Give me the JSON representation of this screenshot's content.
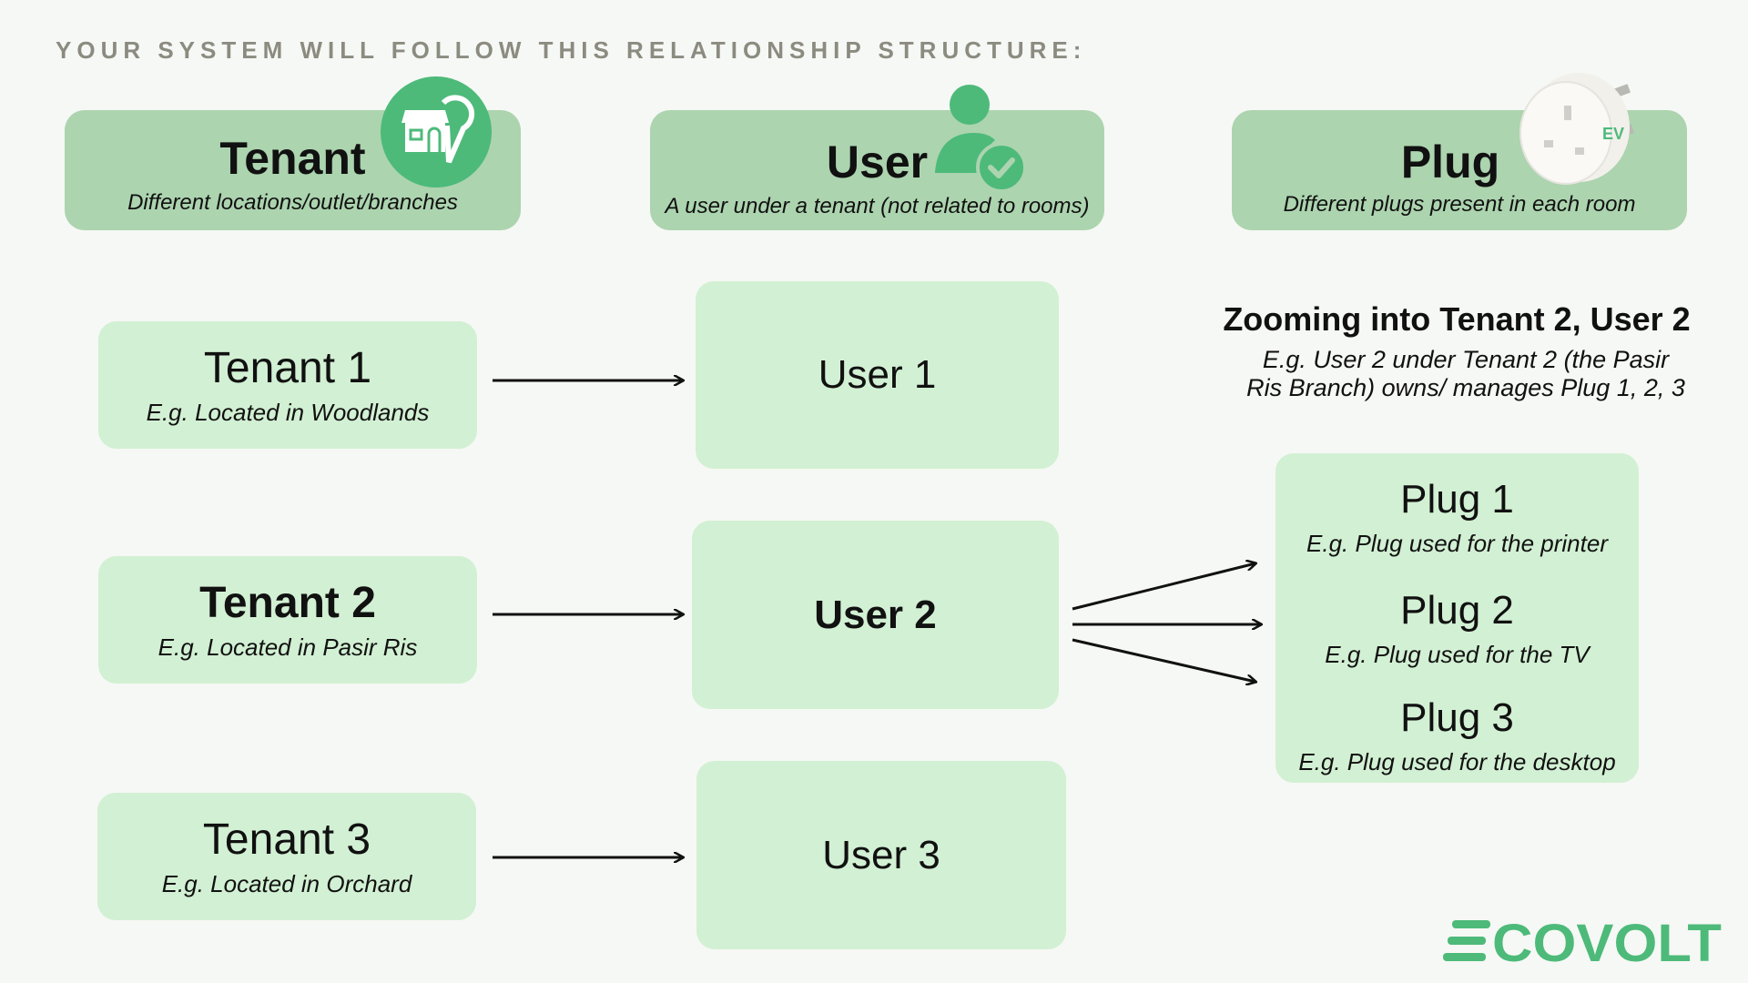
{
  "heading": "YOUR SYSTEM WILL FOLLOW THIS RELATIONSHIP STRUCTURE:",
  "headers": [
    {
      "title": "Tenant",
      "subtitle": "Different locations/outlet/branches",
      "icon": "store-location-pin-icon"
    },
    {
      "title": "User",
      "subtitle": "A user under a tenant (not related to rooms)",
      "icon": "user-check-icon"
    },
    {
      "title": "Plug",
      "subtitle": "Different plugs present in each room",
      "icon": "smart-plug-image"
    }
  ],
  "tenants": [
    {
      "title": "Tenant 1",
      "subtitle": "E.g. Located in Woodlands"
    },
    {
      "title": "Tenant 2",
      "subtitle": "E.g. Located in Pasir Ris"
    },
    {
      "title": "Tenant 3",
      "subtitle": "E.g. Located in Orchard"
    }
  ],
  "users": [
    {
      "title": "User 1"
    },
    {
      "title": "User 2"
    },
    {
      "title": "User 3"
    }
  ],
  "zoom": {
    "title": "Zooming into Tenant 2, User 2",
    "line1": "E.g. User 2 under Tenant 2 (the Pasir",
    "line2": "Ris Branch) owns/ manages Plug 1, 2, 3"
  },
  "plugs": [
    {
      "title": "Plug 1",
      "subtitle": "E.g. Plug used for the printer"
    },
    {
      "title": "Plug 2",
      "subtitle": "E.g. Plug used for the TV"
    },
    {
      "title": "Plug 3",
      "subtitle": "E.g. Plug used for the desktop"
    }
  ],
  "logo": "ECOVOLT",
  "colors": {
    "accent": "#4dba7a",
    "header_box": "#acd4af",
    "box": "#d2f0d3",
    "background": "#f6f8f5"
  }
}
